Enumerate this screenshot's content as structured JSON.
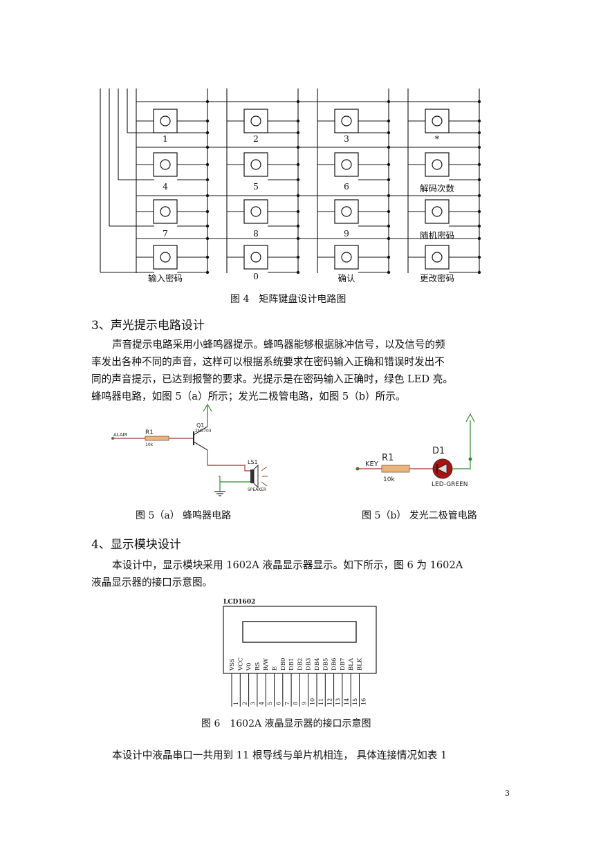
{
  "keypad": {
    "rows": [
      [
        "1",
        "2",
        "3",
        "*"
      ],
      [
        "4",
        "5",
        "6",
        "解码次数"
      ],
      [
        "7",
        "8",
        "9",
        "随机密码"
      ],
      [
        "输入密码",
        "0",
        "确认",
        "更改密码"
      ]
    ]
  },
  "fig4_caption": "图 4　矩阵键盘设计电路图",
  "section3": {
    "heading": "3、声光提示电路设计",
    "para_lines": [
      "声音提示电路采用小蜂鸣器提示。蜂鸣器能够根据脉冲信号，以及信号的频",
      "率发出各种不同的声音，这样可以根据系统要求在密码输入正确和错误时发出不",
      "同的声音提示，已达到报警的要求。光提示是在密码输入正确时，绿色 LED 亮。",
      "蜂鸣器电路，如图 5（a）所示；发光二极管电路，如图 5（b）所示。"
    ]
  },
  "fig5a": {
    "input_label": "ALAM",
    "resistor_name": "R1",
    "resistor_value": "10k",
    "transistor_name": "Q1",
    "transistor_model": "2N3703",
    "speaker_name": "LS1",
    "speaker_label": "SPEAKER",
    "caption": "图 5（a）  蜂鸣器电路"
  },
  "fig5b": {
    "input_label": "KEY",
    "resistor_name": "R1",
    "resistor_value": "10k",
    "led_name": "D1",
    "led_label": "LED-GREEN",
    "caption": "图 5（b）  发光二极管电路"
  },
  "section4": {
    "heading": "4、显示模块设计",
    "para_lines": [
      "本设计中，显示模块采用 1602A 液晶显示器显示。如下所示，图 6 为 1602A",
      "液晶显示器的接口示意图。"
    ]
  },
  "fig6": {
    "title": "LCD1602",
    "pin_names": [
      "VSS",
      "VCC",
      "V0",
      "RS",
      "R/W",
      "E",
      "DB0",
      "DB1",
      "DB2",
      "DB3",
      "DB4",
      "DB5",
      "DB6",
      "DB7",
      "BLA",
      "BLK"
    ],
    "pin_numbers": [
      "1",
      "2",
      "3",
      "4",
      "5",
      "6",
      "7",
      "8",
      "9",
      "10",
      "11",
      "12",
      "13",
      "14",
      "15",
      "16"
    ],
    "caption": "图 6　1602A 液晶显示器的接口示意图"
  },
  "closing_line": "本设计中液晶串口一共用到 11 根导线与单片机相连， 具体连接情况如表 1",
  "page_number": "3"
}
